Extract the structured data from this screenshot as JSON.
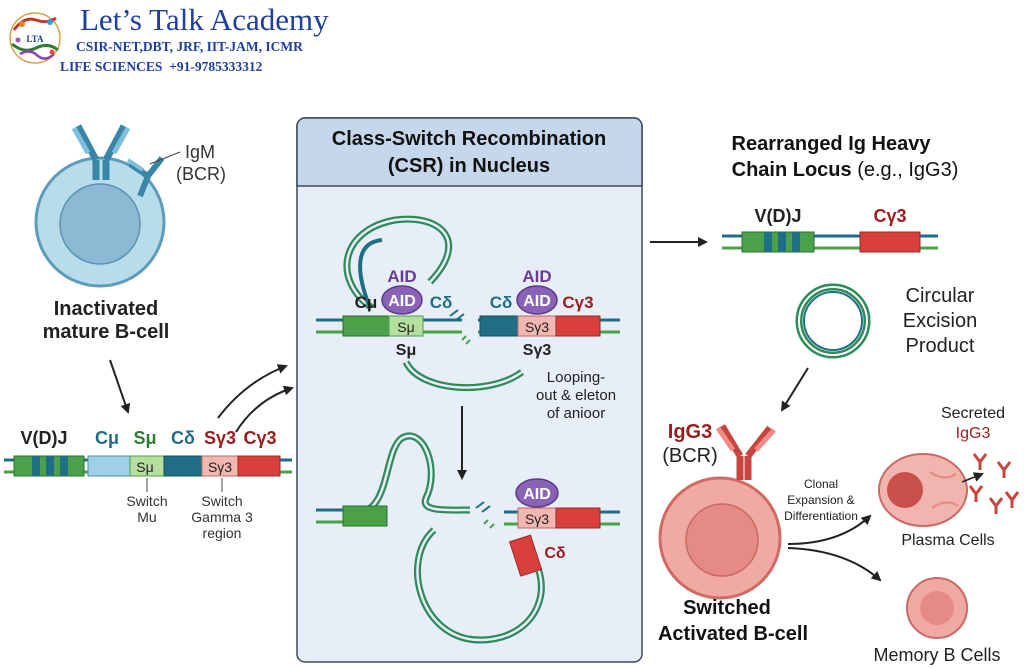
{
  "header": {
    "title": "Let’s Talk Academy",
    "line1": "CSIR-NET,DBT, JRF, IIT-JAM, ICMR",
    "line2": "LIFE SCIENCES  +91-9785333312",
    "logo_text": "LTA"
  },
  "left": {
    "igm_label_1": "IgM",
    "igm_label_2": "(BCR)",
    "cell_label_1": "Inactivated",
    "cell_label_2": "mature B-cell",
    "locus_vdj": "V(D)J",
    "locus_cmu": "Cμ",
    "locus_smu": "Sμ",
    "locus_cdelta": "Cδ",
    "locus_sg3": "Sγ3",
    "locus_cg3": "Cγ3",
    "box_smu": "Sμ",
    "box_sg3": "Sγ3",
    "note_smu_1": "Switch",
    "note_smu_2": "Mu",
    "note_sg3_1": "Switch",
    "note_sg3_2": "Gamma 3",
    "note_sg3_3": "region"
  },
  "center": {
    "title_1": "Class-Switch Recombination",
    "title_2": "(CSR) in Nucleus",
    "aid_label_a": "AID",
    "aid_label_b": "AID",
    "aid_enzyme_a": "AID",
    "aid_enzyme_b": "AID",
    "aid_enzyme_c": "AID",
    "cmu": "Cμ",
    "cdelta_a": "Cδ",
    "cdelta_b": "Cδ",
    "cg3": "Cγ3",
    "box_smu": "Sμ",
    "box_sg3": "Sγ3",
    "below_smu": "Sμ",
    "below_sg3": "Sγ3",
    "loop_note_1": "Looping-",
    "loop_note_2": "out & eleton",
    "loop_note_3": "of anioor",
    "box_sg3_bottom": "Sγ3",
    "cdelta_bottom": "Cδ"
  },
  "right": {
    "title_1": "Rearranged Ig Heavy",
    "title_2_bold": "Chain Locus",
    "title_2_rest": " (e.g., IgG3)",
    "vdj": "V(D)J",
    "cg3": "Cγ3",
    "circ_1": "Circular",
    "circ_2": "Excision",
    "circ_3": "Product",
    "igg3_1": "IgG3",
    "igg3_2": "(BCR)",
    "clonal_1": "Clonal",
    "clonal_2": "Expansion &",
    "clonal_3": "Differentiation",
    "secreted_1": "Secreted",
    "secreted_2": "IgG3",
    "plasma": "Plasma Cells",
    "memory": "Memory B Cells",
    "switched_1": "Switched",
    "switched_2": "Activated B-cell"
  },
  "colors": {
    "blue_text": "#1f3f9c",
    "teal": "#1e6f86",
    "green_seg": "#4aa14a",
    "light_green": "#b7dea1",
    "dark_teal": "#1f6e86",
    "pink_seg": "#f1b7b0",
    "red_seg": "#d9403d",
    "light_blue_seg": "#9fd0e6",
    "aid_purple": "#8a63b8",
    "dark_red_text": "#9b1c1c",
    "purple_text": "#6b3b9a",
    "green_text": "#2e7d32",
    "panel_fill": "#e7eef7",
    "panel_title_fill": "#c6d7ec",
    "cell_blue": "#b8dcea",
    "cell_nucleus": "#8cbad5",
    "cell_red": "#f0a9a3",
    "cell_red_nucleus": "#e58a84"
  }
}
